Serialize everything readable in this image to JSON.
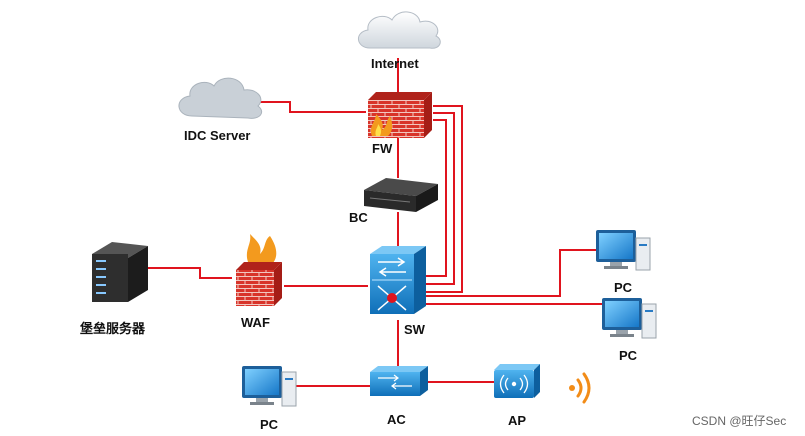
{
  "nodes": {
    "internet": {
      "label": "Internet",
      "icon": "cloud-icon"
    },
    "idc": {
      "label": "IDC Server",
      "icon": "cloud-icon"
    },
    "fw": {
      "label": "FW",
      "icon": "firewall-icon"
    },
    "bc": {
      "label": "BC",
      "icon": "appliance-icon"
    },
    "bastion": {
      "label": "堡垒服务器",
      "icon": "server-rack-icon"
    },
    "waf": {
      "label": "WAF",
      "icon": "firewall-icon"
    },
    "sw": {
      "label": "SW",
      "icon": "core-switch-icon"
    },
    "pc_top": {
      "label": "PC",
      "icon": "pc-icon"
    },
    "pc_mid": {
      "label": "PC",
      "icon": "pc-icon"
    },
    "pc_ac": {
      "label": "PC",
      "icon": "pc-icon"
    },
    "ac": {
      "label": "AC",
      "icon": "switch-icon"
    },
    "ap": {
      "label": "AP",
      "icon": "access-point-icon"
    }
  },
  "watermark": "CSDN @旺仔Sec",
  "colors": {
    "link": "#e0141e",
    "device_blue": "#1a7fc8",
    "cloud": "#d9dee3"
  }
}
